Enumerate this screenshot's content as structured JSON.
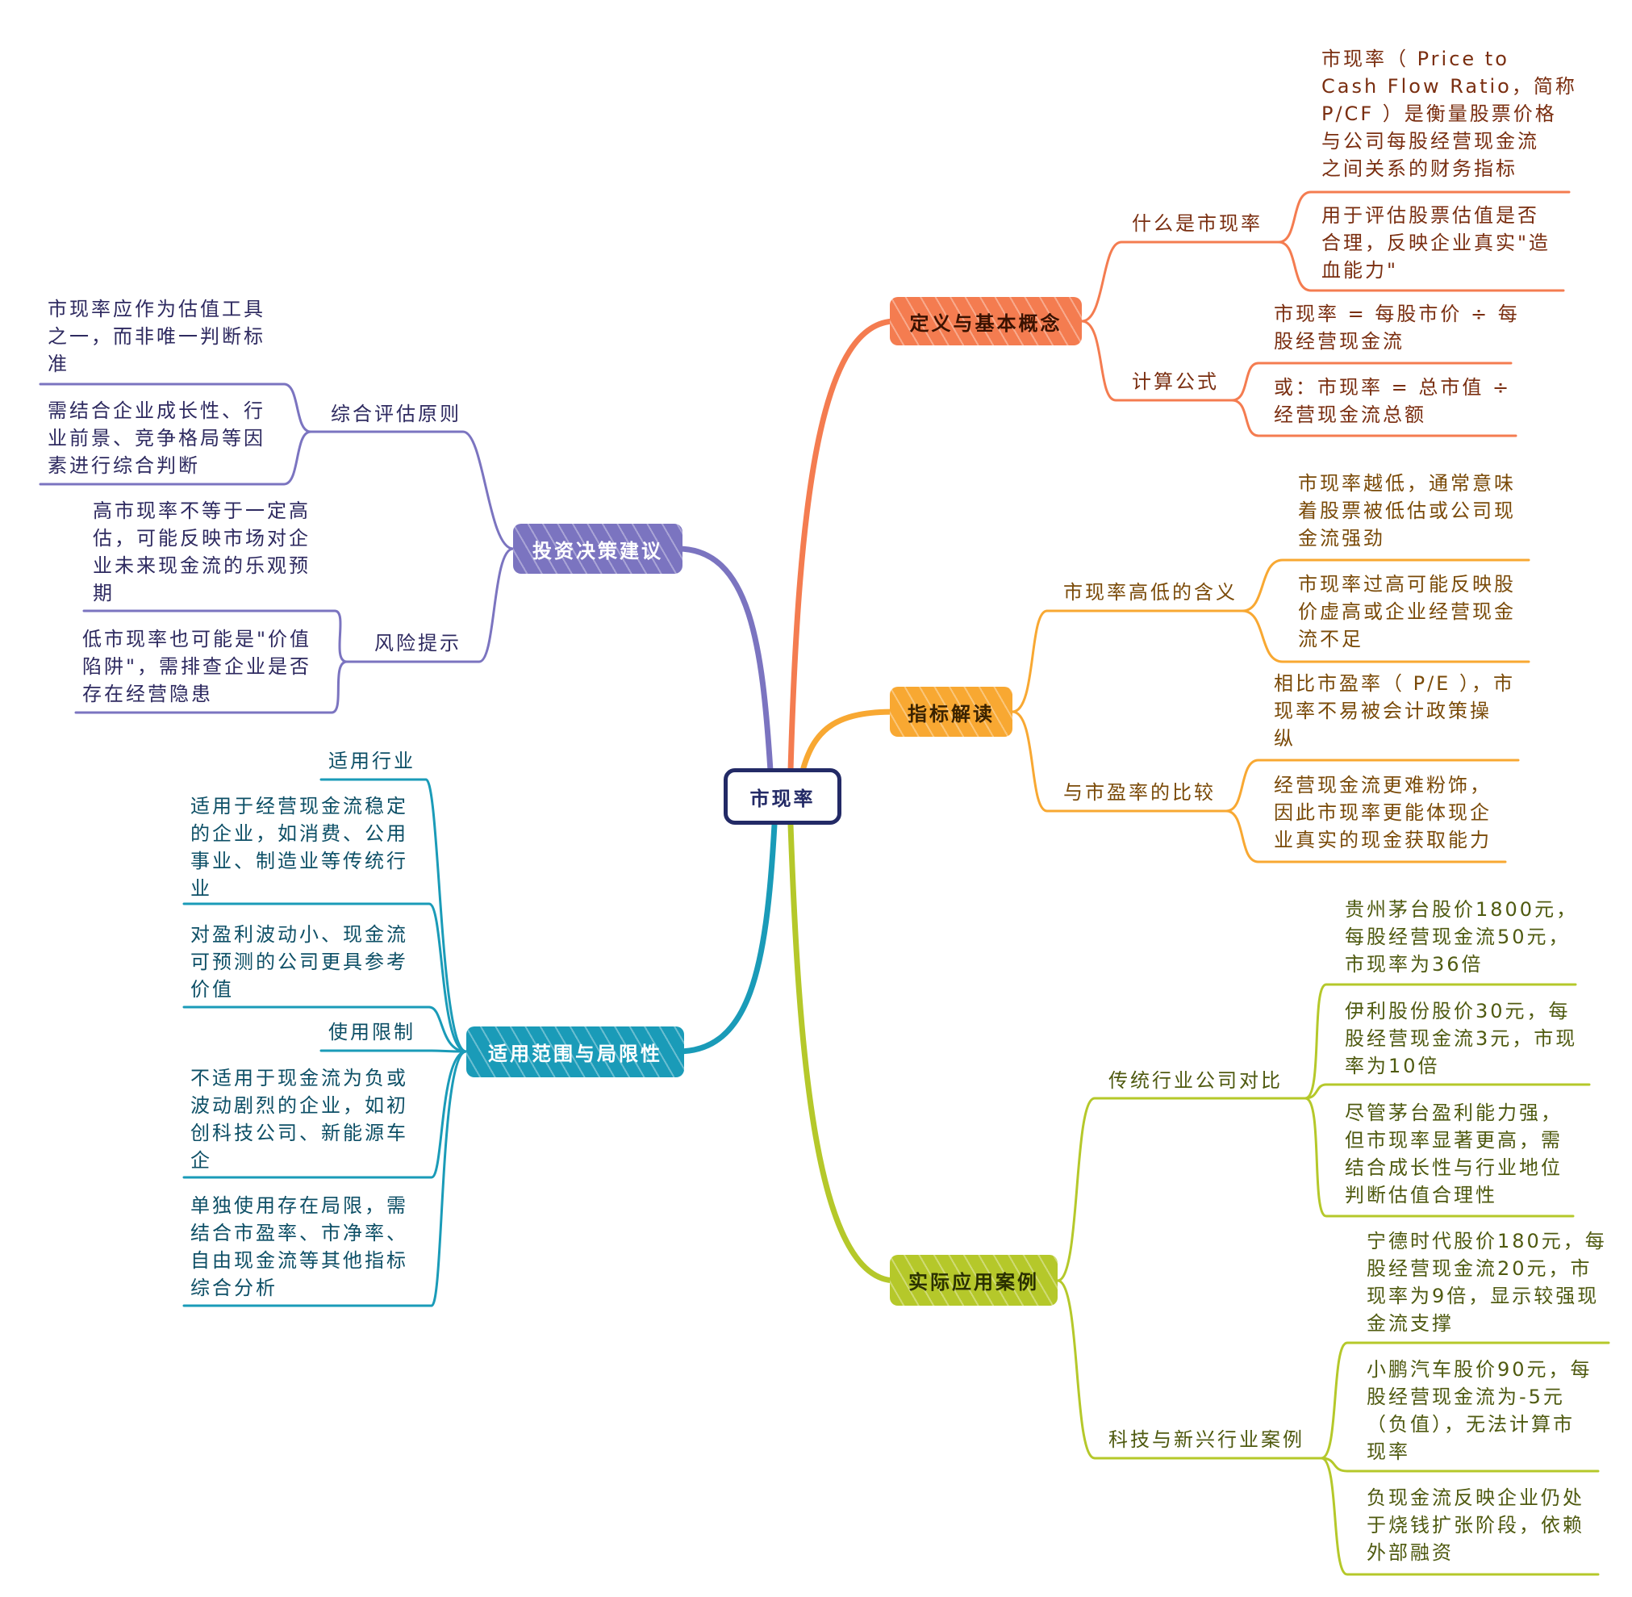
{
  "root": "市现率",
  "colors": {
    "definition": "#f47c50",
    "interpretation": "#f8a832",
    "cases": "#b5c82a",
    "advice": "#7b74c0",
    "scope": "#1a9bb8",
    "root": "#232a66"
  },
  "definition": {
    "label": "定义与基本概念",
    "what": {
      "label": "什么是市现率",
      "leaves": [
        "市现率（ Price to\nCash Flow Ratio，简称\nP/CF ）是衡量股票价格\n与公司每股经营现金流\n之间关系的财务指标",
        "用于评估股票估值是否\n合理，反映企业真实\"造\n血能力\""
      ]
    },
    "formula": {
      "label": "计算公式",
      "leaves": [
        "市现率 = 每股市价 ÷ 每\n股经营现金流",
        "或：市现率 = 总市值 ÷\n经营现金流总额"
      ]
    }
  },
  "interpretation": {
    "label": "指标解读",
    "meaning": {
      "label": "市现率高低的含义",
      "leaves": [
        "市现率越低，通常意味\n着股票被低估或公司现\n金流强劲",
        "市现率过高可能反映股\n价虚高或企业经营现金\n流不足"
      ]
    },
    "compare": {
      "label": "与市盈率的比较",
      "leaves": [
        "相比市盈率（ P/E ），市\n现率不易被会计政策操\n纵",
        "经营现金流更难粉饰，\n因此市现率更能体现企\n业真实的现金获取能力"
      ]
    }
  },
  "cases": {
    "label": "实际应用案例",
    "traditional": {
      "label": "传统行业公司对比",
      "leaves": [
        "贵州茅台股价1800元，\n每股经营现金流50元，\n市现率为36倍",
        "伊利股份股价30元，每\n股经营现金流3元，市现\n率为10倍",
        "尽管茅台盈利能力强，\n但市现率显著更高，需\n结合成长性与行业地位\n判断估值合理性"
      ]
    },
    "tech": {
      "label": "科技与新兴行业案例",
      "leaves": [
        "宁德时代股价180元，每\n股经营现金流20元，市\n现率为9倍，显示较强现\n金流支撑",
        "小鹏汽车股价90元，每\n股经营现金流为-5元\n（负值），无法计算市\n现率",
        "负现金流反映企业仍处\n于烧钱扩张阶段，依赖\n外部融资"
      ]
    }
  },
  "advice": {
    "label": "投资决策建议",
    "principle": {
      "label": "综合评估原则",
      "leaves": [
        "市现率应作为估值工具\n之一，而非唯一判断标\n准",
        "需结合企业成长性、行\n业前景、竞争格局等因\n素进行综合判断"
      ]
    },
    "risk": {
      "label": "风险提示",
      "leaves": [
        "高市现率不等于一定高\n估，可能反映市场对企\n业未来现金流的乐观预\n期",
        "低市现率也可能是\"价值\n陷阱\"，需排查企业是否\n存在经营隐患"
      ]
    }
  },
  "scope": {
    "label": "适用范围与局限性",
    "industries": {
      "label": "适用行业",
      "leaves": [
        "适用于经营现金流稳定\n的企业，如消费、公用\n事业、制造业等传统行\n业",
        "对盈利波动小、现金流\n可预测的公司更具参考\n价值"
      ]
    },
    "limits": {
      "label": "使用限制",
      "leaves": [
        "不适用于现金流为负或\n波动剧烈的企业，如初\n创科技公司、新能源车\n企",
        "单独使用存在局限，需\n结合市盈率、市净率、\n自由现金流等其他指标\n综合分析"
      ]
    }
  }
}
